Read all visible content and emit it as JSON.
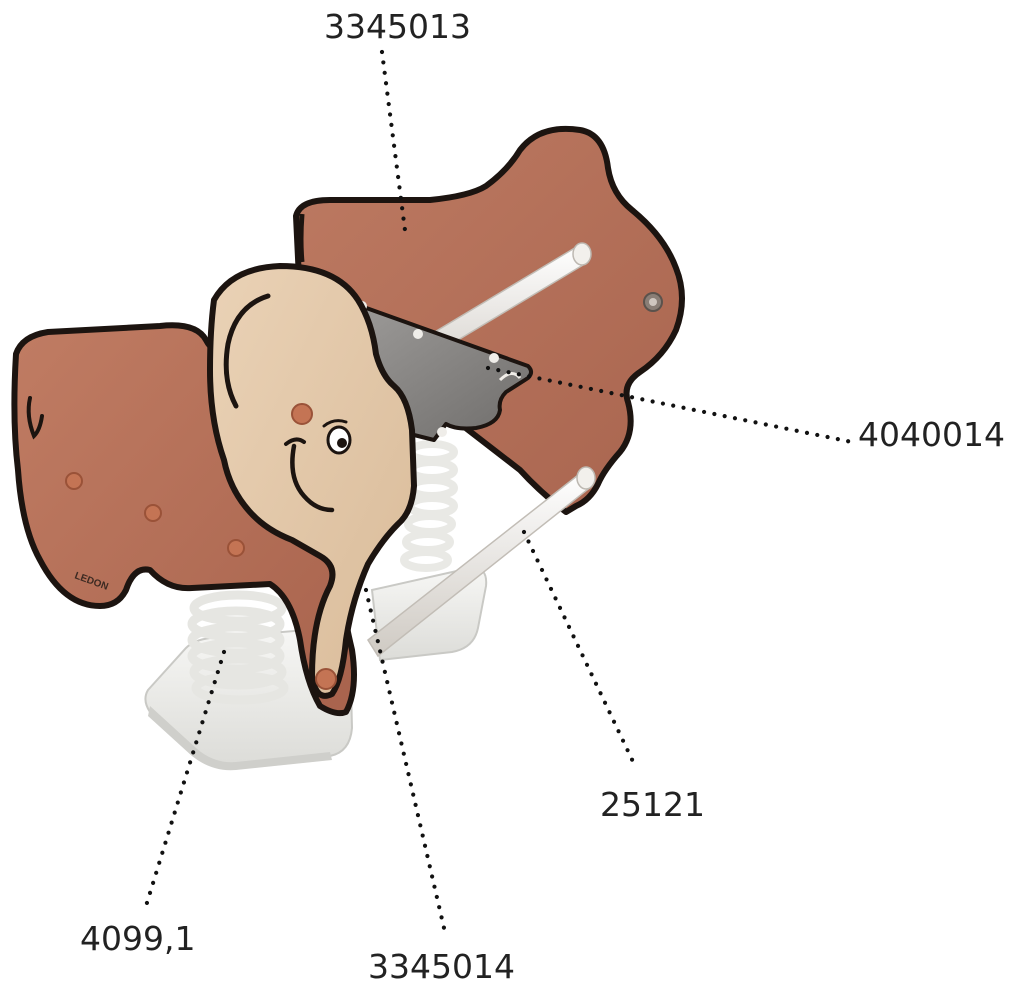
{
  "diagram": {
    "brand_logo_text": "LEDON",
    "callouts": [
      {
        "id": "back-panel",
        "part_number": "3345013"
      },
      {
        "id": "seat",
        "part_number": "4040014"
      },
      {
        "id": "handle-bar",
        "part_number": "25121"
      },
      {
        "id": "front-panel",
        "part_number": "3345014"
      },
      {
        "id": "spring",
        "part_number": "4099,1"
      }
    ],
    "colors": {
      "body_brown": "#b8715a",
      "body_brown_dark": "#9c5b47",
      "ear_beige": "#e2c6a6",
      "outline": "#1c1410",
      "seat_gray": "#8e8c8a",
      "bar_white": "#e9e6e1",
      "base_white": "#eeeeec",
      "label_text": "#222222"
    }
  }
}
